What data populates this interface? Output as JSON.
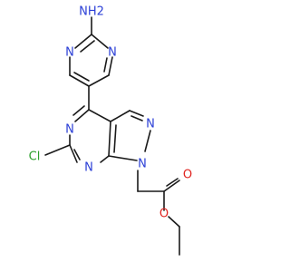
{
  "colors": {
    "bond": "#1a1a1a",
    "nitrogen": "#2b3fd6",
    "oxygen": "#e0231f",
    "chlorine": "#2ca02c"
  },
  "labels": {
    "amine": "NH2",
    "pyrimidine_n_left": "N",
    "pyrimidine_n_right": "N",
    "pyrazole_n_upper": "N",
    "pyrazole_n_lower": "N",
    "core_n_upper": "N",
    "core_n_lower": "N",
    "chlorine": "Cl",
    "carbonyl_o": "O",
    "ester_o": "O"
  }
}
